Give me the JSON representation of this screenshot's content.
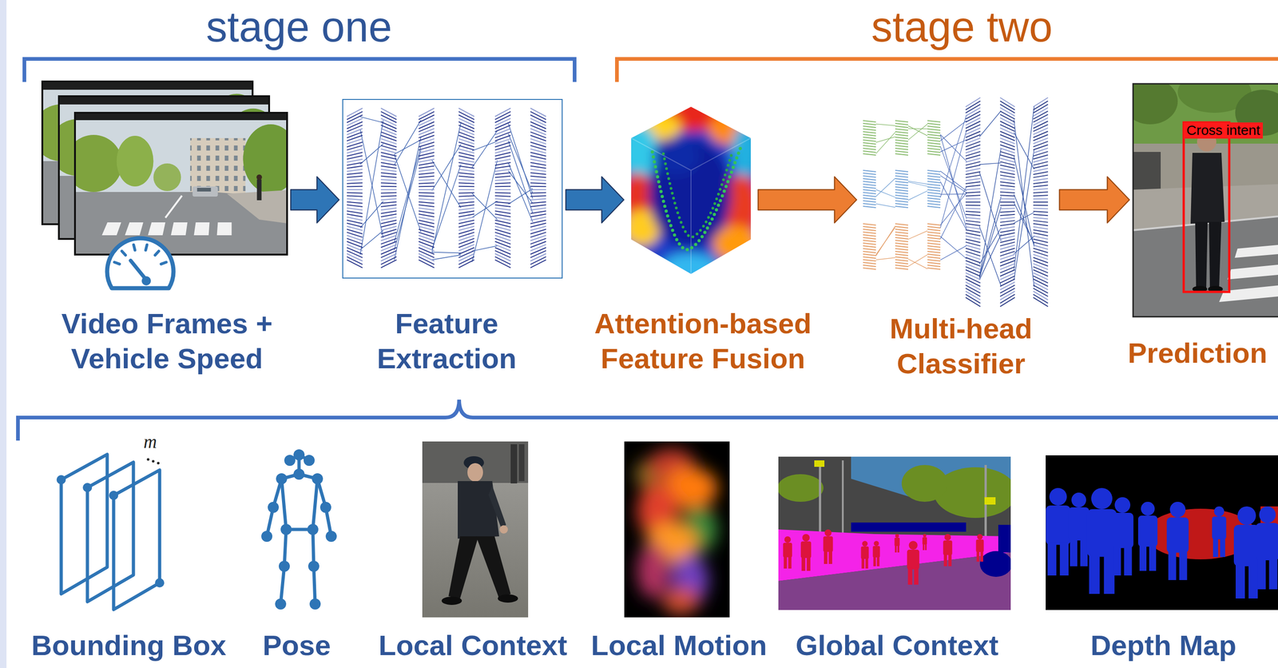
{
  "diagram": {
    "nodes": [
      {
        "text": [
          "Video Frames + Vehicle Speed"
        ]
      },
      {
        "text": [
          "Feature Extraction"
        ]
      },
      {
        "text": [
          "Attention-based Feature Fusion"
        ]
      },
      {
        "text": [
          "Multi-head Classifier"
        ]
      },
      {
        "text": [
          "Prediction"
        ]
      },
      {
        "text": [
          "Bounding Box"
        ]
      },
      {
        "text": [
          "Pose"
        ]
      },
      {
        "text": [
          "Local Context"
        ]
      },
      {
        "text": [
          "Local Motion"
        ]
      },
      {
        "text": [
          "Global Context"
        ]
      },
      {
        "text": [
          "Depth Map"
        ]
      }
    ],
    "edges": [
      {
        "from": 0,
        "to": 1,
        "arrow": "to"
      },
      {
        "from": 1,
        "to": 2,
        "arrow": "to"
      },
      {
        "from": 2,
        "to": 3,
        "arrow": "to"
      },
      {
        "from": 3,
        "to": 4,
        "arrow": "to"
      }
    ],
    "labels": [
      "stage one",
      "stage two",
      "m",
      "Cross intent"
    ]
  }
}
